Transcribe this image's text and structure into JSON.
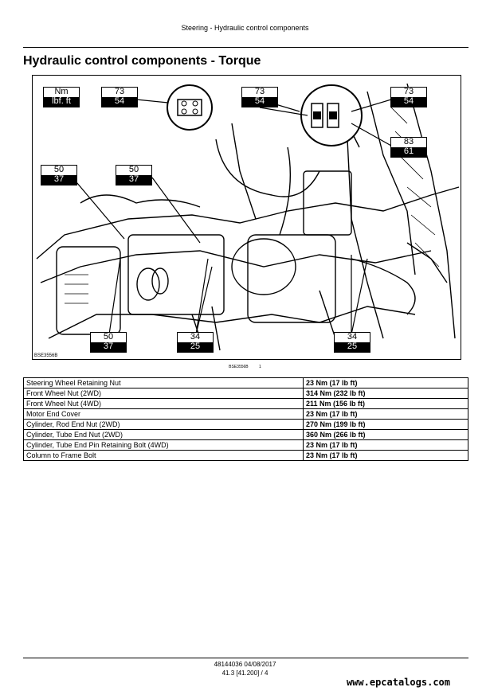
{
  "header": {
    "section": "Steering - Hydraulic control components"
  },
  "title": "Hydraulic control components - Torque",
  "figure": {
    "id_label": "BSE3556B",
    "legend": {
      "top": "Nm",
      "bottom": "lbf. ft"
    },
    "callouts": [
      {
        "top": "73",
        "bottom": "54"
      },
      {
        "top": "73",
        "bottom": "54"
      },
      {
        "top": "73",
        "bottom": "54"
      },
      {
        "top": "83",
        "bottom": "61"
      },
      {
        "top": "50",
        "bottom": "37"
      },
      {
        "top": "50",
        "bottom": "37"
      },
      {
        "top": "50",
        "bottom": "37"
      },
      {
        "top": "34",
        "bottom": "25"
      },
      {
        "top": "34",
        "bottom": "25"
      }
    ]
  },
  "caption": {
    "id": "BSE3556B",
    "number": "1"
  },
  "torque_table": {
    "rows": [
      {
        "component": "Steering Wheel Retaining Nut",
        "value": "23 Nm (17 lb ft)"
      },
      {
        "component": "Front Wheel Nut (2WD)",
        "value": "314 Nm (232 lb ft)"
      },
      {
        "component": "Front Wheel Nut (4WD)",
        "value": "211 Nm (156 lb ft)"
      },
      {
        "component": "Motor End Cover",
        "value": "23 Nm (17 lb ft)"
      },
      {
        "component": "Cylinder, Rod End Nut (2WD)",
        "value": "270 Nm (199 lb ft)"
      },
      {
        "component": "Cylinder, Tube End Nut (2WD)",
        "value": "360 Nm (266 lb ft)"
      },
      {
        "component": "Cylinder, Tube End Pin Retaining Bolt (4WD)",
        "value": "23 Nm (17 lb ft)"
      },
      {
        "component": "Column to Frame Bolt",
        "value": "23 Nm (17 lb ft)"
      }
    ]
  },
  "footer": {
    "doc": "48144036 04/08/2017",
    "page": "41.3 [41.200] / 4"
  },
  "watermark": "www.epcatalogs.com"
}
